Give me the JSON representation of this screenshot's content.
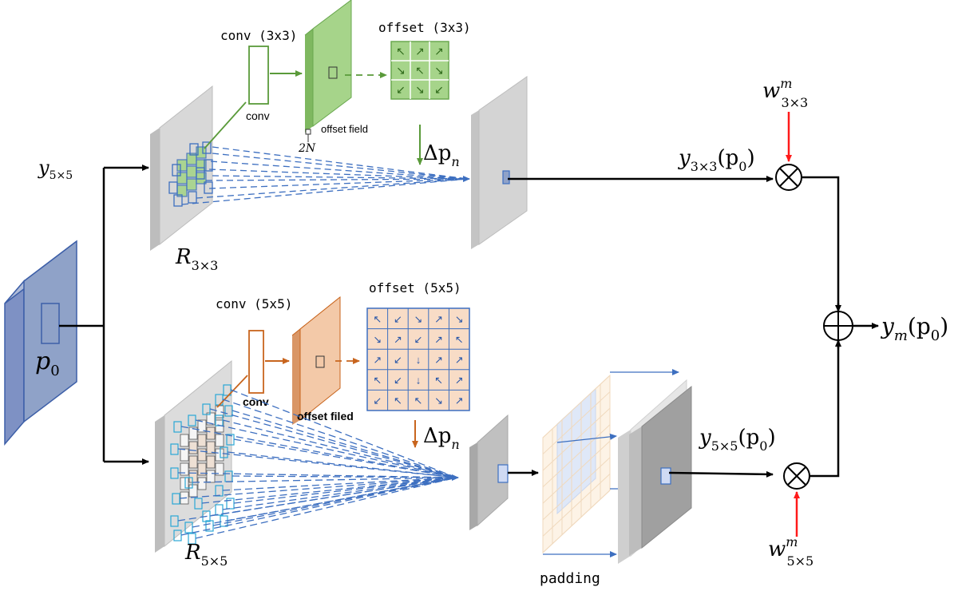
{
  "colors": {
    "green": "#5a9a3a",
    "green_fill": "#a6d48a",
    "orange": "#c8651e",
    "orange_fill": "#f3c9a8",
    "blue": "#3d6fc0",
    "blue_fill": "#8fa2c8",
    "red": "#ff1a1a",
    "gray": "#d8d8d8"
  },
  "input": {
    "label": "p",
    "sub": "0"
  },
  "branch_top": {
    "y_label": "y",
    "y_sub": "5×5",
    "r_label": "R",
    "r_sub": "3×3",
    "conv_title": "conv (3x3)",
    "conv_box": "conv",
    "offset_title": "offset (3x3)",
    "offset_field": "offset field",
    "twoN": "2N",
    "delta": "Δp",
    "delta_sub": "n",
    "out_label": "y",
    "out_sub": "3×3",
    "out_arg": "(p",
    "out_arg_sub": "0",
    "out_close": ")",
    "w_label": "w",
    "w_sup": "m",
    "w_sub": "3×3"
  },
  "branch_bottom": {
    "r_label": "R",
    "r_sub": "5×5",
    "conv_title": "conv (5x5)",
    "conv_box": "conv",
    "offset_title": "offset (5x5)",
    "offset_field": "offset filed",
    "delta": "Δp",
    "delta_sub": "n",
    "padding": "padding",
    "out_label": "y",
    "out_sub": "5×5",
    "out_arg": "(p",
    "out_arg_sub": "0",
    "out_close": ")",
    "w_label": "w",
    "w_sup": "m",
    "w_sub": "5×5"
  },
  "output": {
    "label": "y",
    "sub": "m",
    "arg": "(p",
    "arg_sub": "0",
    "close": ")"
  },
  "arrows3": [
    "↖",
    "↗",
    "↗",
    "↘",
    "↖",
    "↘",
    "↙",
    "↘",
    "↙"
  ],
  "arrows5": [
    "↖",
    "↙",
    "↘",
    "↗",
    "↘",
    "↘",
    "↗",
    "↙",
    "↗",
    "↖",
    "↗",
    "↙",
    "↓",
    "↗",
    "↗",
    "↖",
    "↙",
    "↓",
    "↖",
    "↗",
    "↙",
    "↖",
    "↖",
    "↘",
    "↗"
  ]
}
